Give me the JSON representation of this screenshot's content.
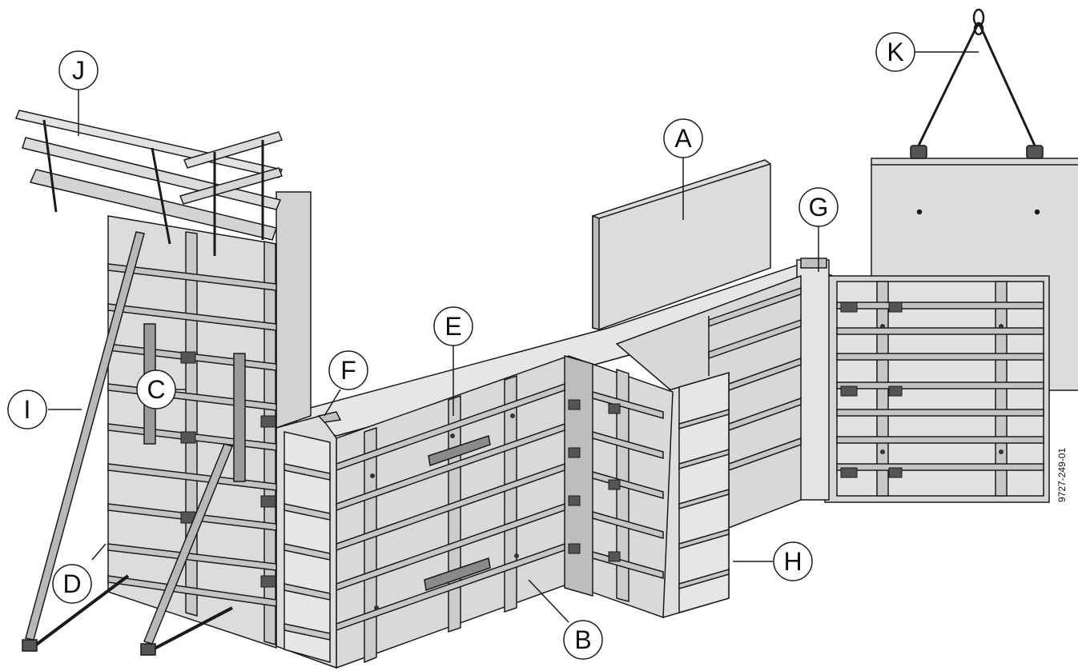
{
  "figure": {
    "drawing_number": "9727-249-01",
    "colors": {
      "panel_fill": "#dcdcdc",
      "panel_dark": "#bdbdbd",
      "panel_light": "#e8e8e8",
      "line": "#1a1a1a",
      "background": "#ffffff"
    }
  },
  "callouts": [
    {
      "id": "A",
      "label": "A"
    },
    {
      "id": "B",
      "label": "B"
    },
    {
      "id": "C",
      "label": "C"
    },
    {
      "id": "D",
      "label": "D"
    },
    {
      "id": "E",
      "label": "E"
    },
    {
      "id": "F",
      "label": "F"
    },
    {
      "id": "G",
      "label": "G"
    },
    {
      "id": "H",
      "label": "H"
    },
    {
      "id": "I",
      "label": "I"
    },
    {
      "id": "J",
      "label": "J"
    },
    {
      "id": "K",
      "label": "K"
    }
  ]
}
